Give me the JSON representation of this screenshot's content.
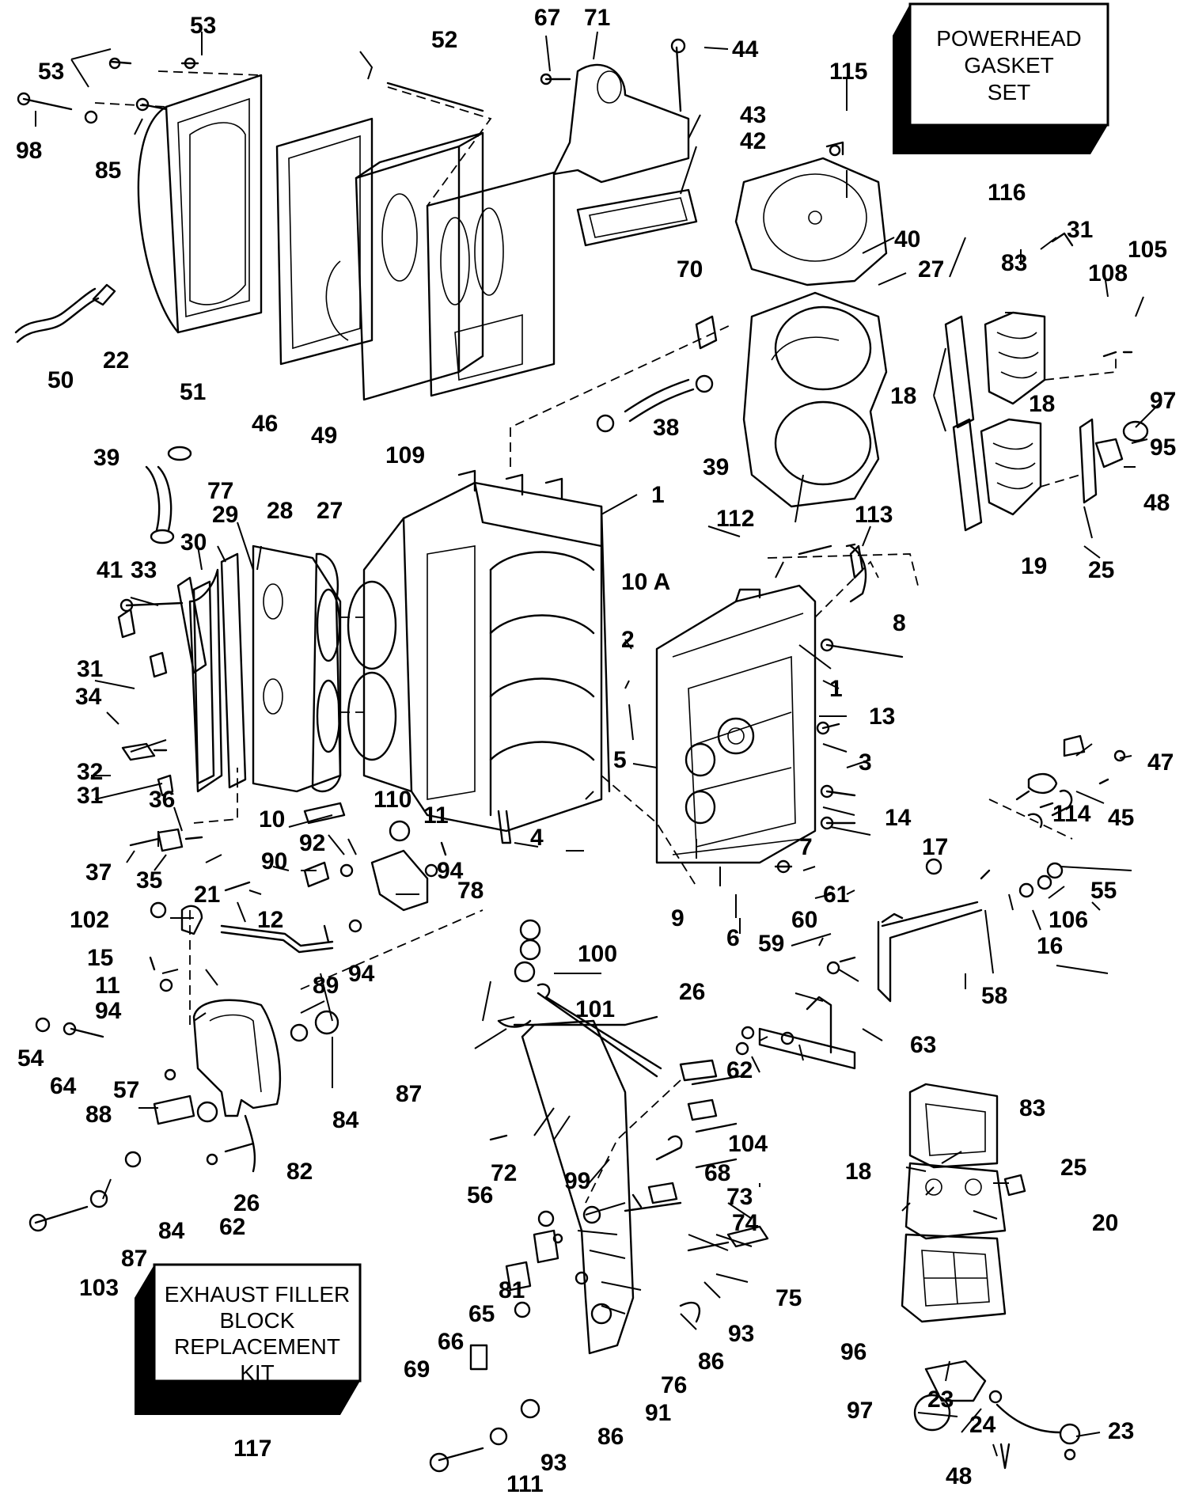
{
  "boxes": {
    "powerhead": [
      "POWERHEAD",
      "GASKET",
      "SET"
    ],
    "exhaust": [
      "EXHAUST FILLER",
      "BLOCK",
      "REPLACEMENT",
      "KIT"
    ]
  },
  "labels": [
    "1",
    "1",
    "2",
    "3",
    "4",
    "5",
    "6",
    "7",
    "8",
    "9",
    "10",
    "10 A",
    "11",
    "11",
    "12",
    "13",
    "14",
    "15",
    "16",
    "17",
    "18",
    "18",
    "18",
    "19",
    "20",
    "21",
    "22",
    "23",
    "23",
    "24",
    "25",
    "25",
    "26",
    "26",
    "27",
    "27",
    "28",
    "29",
    "30",
    "31",
    "31",
    "31",
    "31",
    "32",
    "33",
    "34",
    "35",
    "36",
    "37",
    "38",
    "39",
    "39",
    "40",
    "41",
    "42",
    "43",
    "44",
    "45",
    "46",
    "47",
    "48",
    "48",
    "49",
    "50",
    "51",
    "52",
    "53",
    "53",
    "54",
    "55",
    "56",
    "57",
    "58",
    "59",
    "60",
    "61",
    "62",
    "62",
    "63",
    "64",
    "65",
    "66",
    "67",
    "68",
    "69",
    "70",
    "71",
    "72",
    "73",
    "74",
    "75",
    "76",
    "77",
    "78",
    "81",
    "82",
    "83",
    "83",
    "84",
    "84",
    "85",
    "86",
    "86",
    "87",
    "87",
    "88",
    "89",
    "90",
    "91",
    "92",
    "93",
    "93",
    "94",
    "94",
    "94",
    "94",
    "95",
    "96",
    "97",
    "97",
    "98",
    "99",
    "100",
    "101",
    "102",
    "103",
    "104",
    "105",
    "106",
    "108",
    "109",
    "110",
    "111",
    "112",
    "113",
    "114",
    "115",
    "116",
    "117"
  ]
}
